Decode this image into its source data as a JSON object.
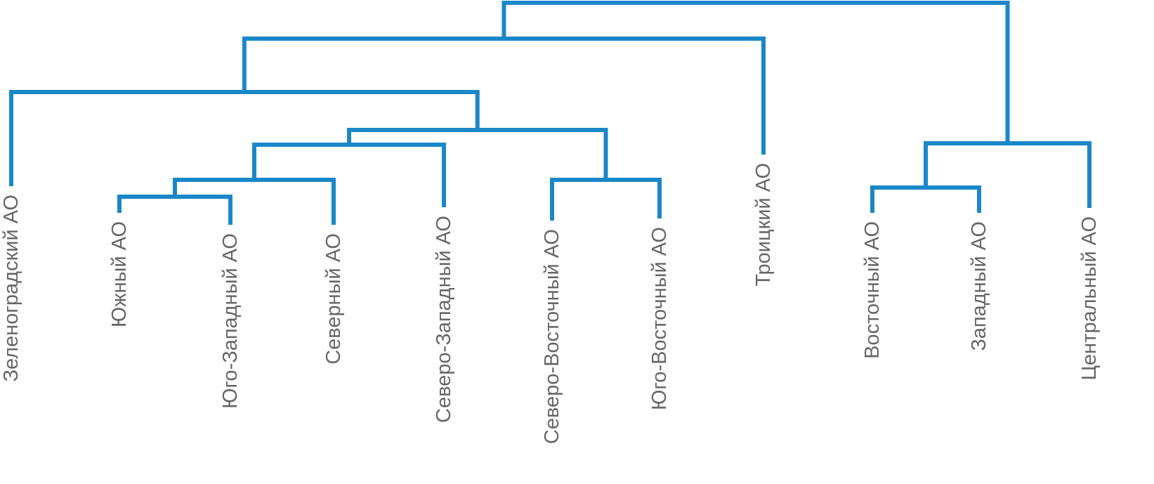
{
  "colors": {
    "link": "#1a87c9",
    "label": "#666666",
    "background": "#ffffff"
  },
  "leaves": [
    {
      "id": "zelenograd",
      "label": "Зеленоградский АО"
    },
    {
      "id": "yuzhny",
      "label": "Южный АО"
    },
    {
      "id": "yugo-zapadny",
      "label": "Юго-Западный АО"
    },
    {
      "id": "severny",
      "label": "Северный АО"
    },
    {
      "id": "severo-zapadny",
      "label": "Северо-Западный АО"
    },
    {
      "id": "severo-vostochny",
      "label": "Северо-Восточный АО"
    },
    {
      "id": "yugo-vostochny",
      "label": "Юго-Восточный АО"
    },
    {
      "id": "troitsky",
      "label": "Троицкий АО"
    },
    {
      "id": "vostochny",
      "label": "Восточный АО"
    },
    {
      "id": "zapadny",
      "label": "Западный АО"
    },
    {
      "id": "tsentralny",
      "label": "Центральный АО"
    }
  ],
  "tree": {
    "children": [
      {
        "children": [
          {
            "children": [
              {
                "leaf": "zelenograd"
              },
              {
                "children": [
                  {
                    "children": [
                      {
                        "children": [
                          {
                            "children": [
                              {
                                "leaf": "yuzhny"
                              },
                              {
                                "leaf": "yugo-zapadny"
                              }
                            ]
                          },
                          {
                            "leaf": "severny"
                          }
                        ]
                      },
                      {
                        "leaf": "severo-zapadny"
                      }
                    ]
                  },
                  {
                    "children": [
                      {
                        "leaf": "severo-vostochny"
                      },
                      {
                        "leaf": "yugo-vostochny"
                      }
                    ]
                  }
                ]
              }
            ]
          },
          {
            "leaf": "troitsky"
          }
        ]
      },
      {
        "children": [
          {
            "children": [
              {
                "leaf": "vostochny"
              },
              {
                "leaf": "zapadny"
              }
            ]
          },
          {
            "leaf": "tsentralny"
          }
        ]
      }
    ]
  }
}
